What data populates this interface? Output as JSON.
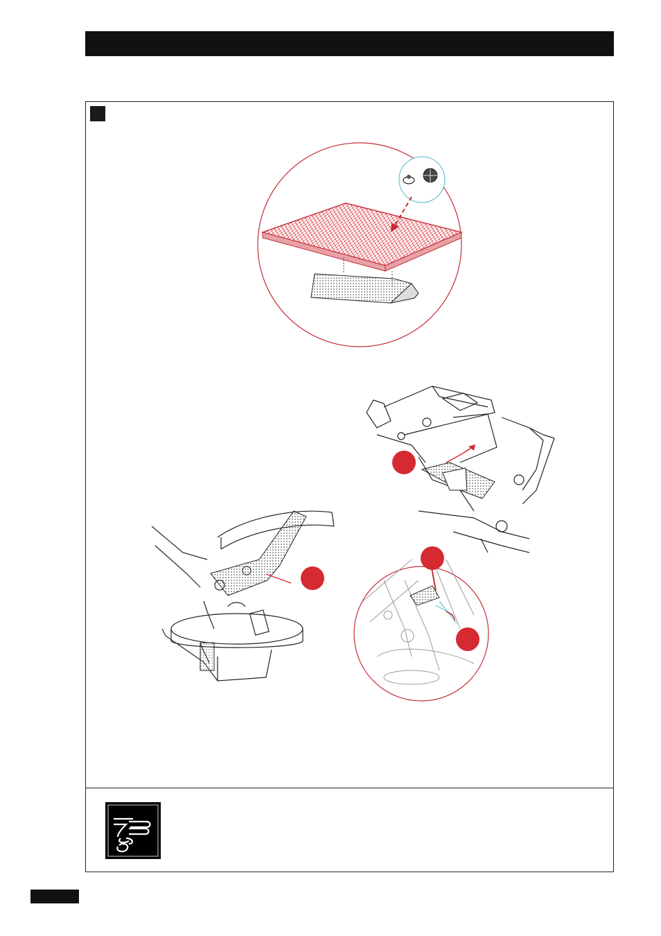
{
  "header": {
    "title": ""
  },
  "figure": {
    "step_label": "",
    "markers": [
      {
        "id": "marker-a",
        "label": ""
      },
      {
        "id": "marker-b",
        "label": ""
      },
      {
        "id": "marker-c",
        "label": ""
      },
      {
        "id": "marker-d",
        "label": ""
      }
    ]
  },
  "note": {
    "text": ""
  },
  "footer": {
    "page_number": ""
  },
  "colors": {
    "accent": "#d62a33",
    "ink": "#111111",
    "callout": "#4fb8c9"
  },
  "icons": [
    "note-hand-icon"
  ]
}
